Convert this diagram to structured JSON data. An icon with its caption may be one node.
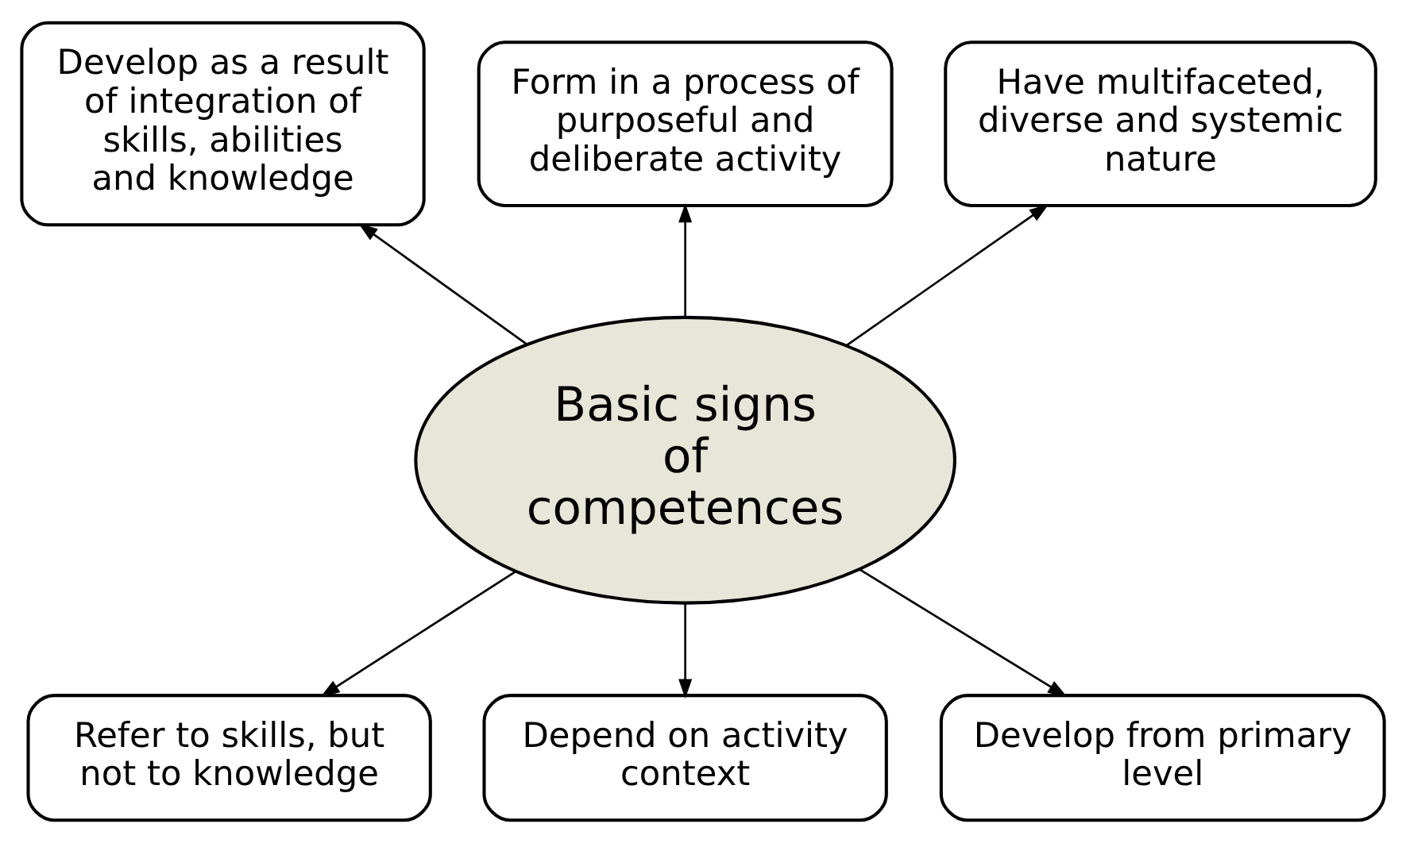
{
  "diagram": {
    "nodes": [
      {
        "text": [
          "Basic signs of competences"
        ]
      },
      {
        "text": [
          "Develop as a result of integration of skills, abilities and knowledge"
        ]
      },
      {
        "text": [
          "Form in a process of purposeful and deliberate activity"
        ]
      },
      {
        "text": [
          "Have multifaceted, diverse and systemic nature"
        ]
      },
      {
        "text": [
          "Refer to skills, but not to knowledge"
        ]
      },
      {
        "text": [
          "Depend on activity context"
        ]
      },
      {
        "text": [
          "Develop from primary level"
        ]
      }
    ],
    "edges": [
      {
        "from": 0,
        "to": 1,
        "arrow": "to"
      },
      {
        "from": 0,
        "to": 2,
        "arrow": "to"
      },
      {
        "from": 0,
        "to": 3,
        "arrow": "to"
      },
      {
        "from": 0,
        "to": 4,
        "arrow": "to"
      },
      {
        "from": 0,
        "to": 5,
        "arrow": "to"
      },
      {
        "from": 0,
        "to": 6,
        "arrow": "to"
      }
    ]
  }
}
